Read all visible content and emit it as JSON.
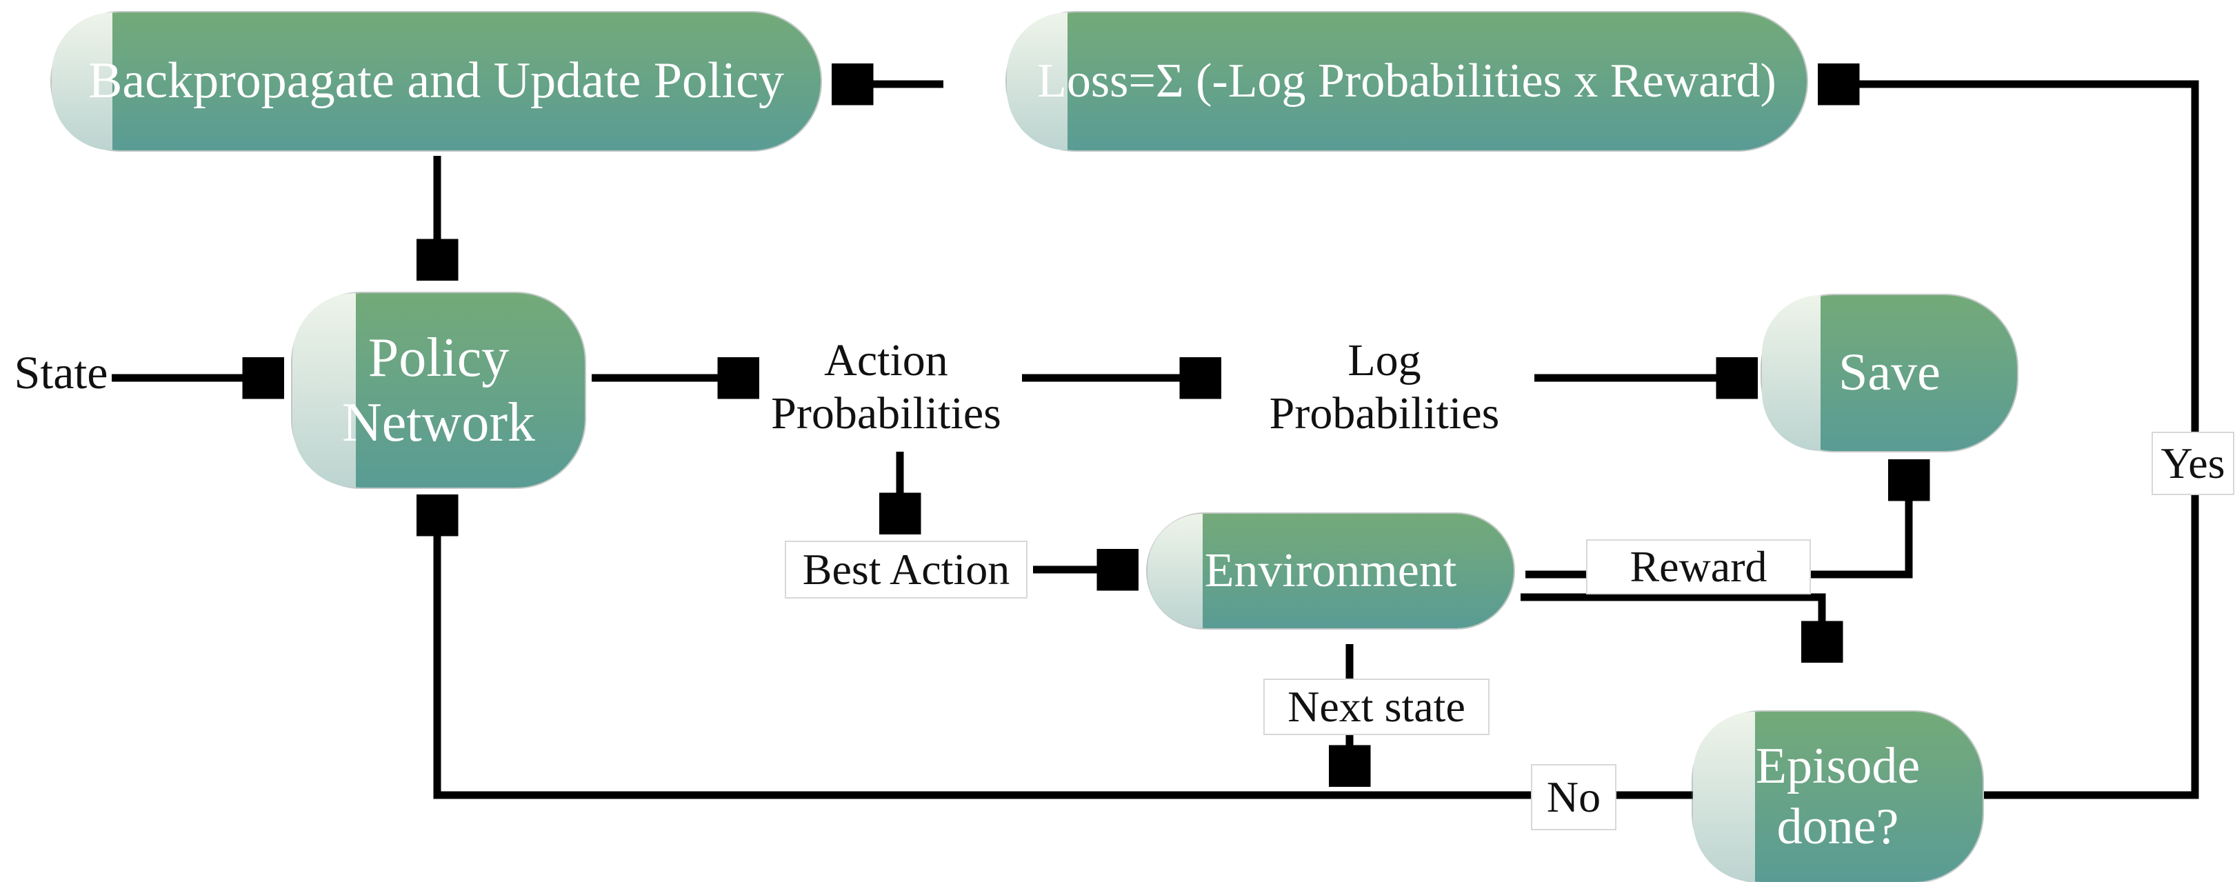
{
  "palette": {
    "node_gradient_top": "#74aa79",
    "node_gradient_bottom": "#5a9c95",
    "cap_top": "#eef4ea",
    "cap_bottom": "#bdd4d0",
    "node_text": "#ffffff",
    "label_text": "#111111",
    "line": "#000000",
    "label_box_bg": "#ffffff",
    "label_box_border": "#d8d8d8",
    "bg": "#ffffff"
  },
  "nodes": {
    "backprop": {
      "label": "Backpropagate and Update Policy"
    },
    "loss": {
      "label": "Loss=Σ (-Log Probabilities x Reward)"
    },
    "policy": {
      "label": "Policy\nNetwork"
    },
    "save": {
      "label": "Save"
    },
    "environment": {
      "label": "Environment"
    },
    "episode": {
      "label": "Episode\ndone?"
    }
  },
  "labels": {
    "state": {
      "text": "State"
    },
    "action_probabilities": {
      "text": "Action\nProbabilities"
    },
    "log_probabilities": {
      "text": "Log\nProbabilities"
    },
    "best_action": {
      "text": "Best Action"
    },
    "reward": {
      "text": "Reward"
    },
    "next_state": {
      "text": "Next state"
    },
    "no": {
      "text": "No"
    },
    "yes": {
      "text": "Yes"
    }
  },
  "edges": [
    {
      "from": "loss",
      "to": "backprop"
    },
    {
      "from": "backprop",
      "to": "policy-network"
    },
    {
      "from": "state",
      "to": "policy-network"
    },
    {
      "from": "policy-network",
      "to": "action-probabilities"
    },
    {
      "from": "action-probabilities",
      "to": "log-probabilities"
    },
    {
      "from": "log-probabilities",
      "to": "save"
    },
    {
      "from": "action-probabilities",
      "to": "best-action"
    },
    {
      "from": "best-action",
      "to": "environment"
    },
    {
      "from": "environment",
      "to": "save",
      "label": "Reward"
    },
    {
      "from": "environment",
      "to": "episode-done"
    },
    {
      "from": "environment",
      "to": "no-loop",
      "label": "Next state"
    },
    {
      "from": "episode-done",
      "to": "policy-network",
      "label": "No"
    },
    {
      "from": "episode-done",
      "to": "loss",
      "label": "Yes"
    }
  ]
}
